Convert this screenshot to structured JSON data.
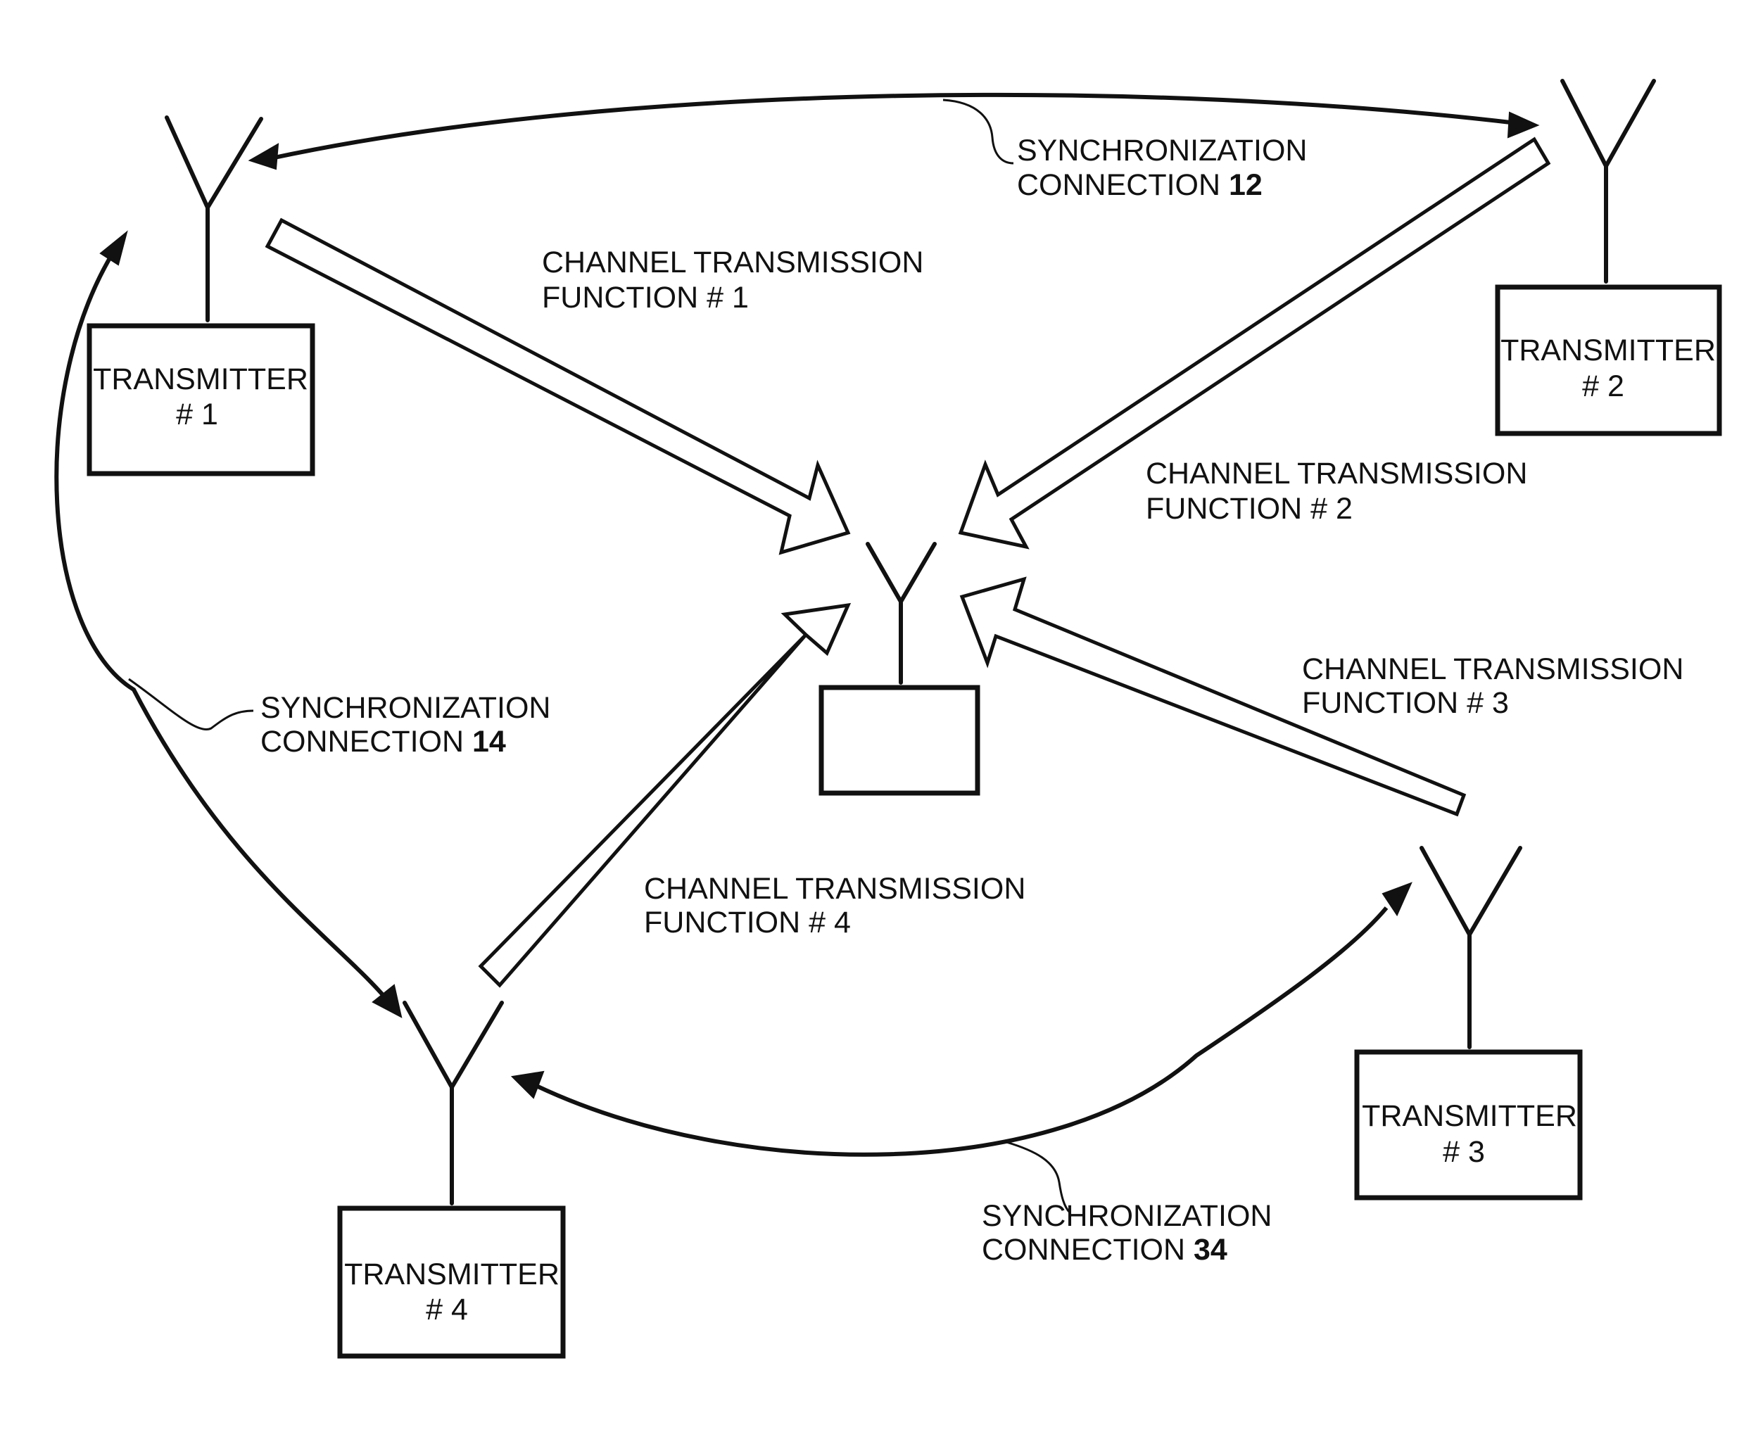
{
  "diagram": {
    "transmitters": [
      {
        "id": "tx1",
        "line1": "TRANSMITTER",
        "line2": "# 1"
      },
      {
        "id": "tx2",
        "line1": "TRANSMITTER",
        "line2": "# 2"
      },
      {
        "id": "tx3",
        "line1": "TRANSMITTER",
        "line2": "# 3"
      },
      {
        "id": "tx4",
        "line1": "TRANSMITTER",
        "line2": "# 4"
      }
    ],
    "channels": [
      {
        "line1": "CHANNEL TRANSMISSION",
        "line2": "FUNCTION # 1"
      },
      {
        "line1": "CHANNEL TRANSMISSION",
        "line2": "FUNCTION # 2"
      },
      {
        "line1": "CHANNEL TRANSMISSION",
        "line2": "FUNCTION # 3"
      },
      {
        "line1": "CHANNEL TRANSMISSION",
        "line2": "FUNCTION # 4"
      }
    ],
    "sync": [
      {
        "line1": "SYNCHRONIZATION",
        "line2_prefix": "CONNECTION ",
        "ref": "12"
      },
      {
        "line1": "SYNCHRONIZATION",
        "line2_prefix": "CONNECTION ",
        "ref": "14"
      },
      {
        "line1": "SYNCHRONIZATION",
        "line2_prefix": "CONNECTION ",
        "ref": "34"
      }
    ]
  }
}
